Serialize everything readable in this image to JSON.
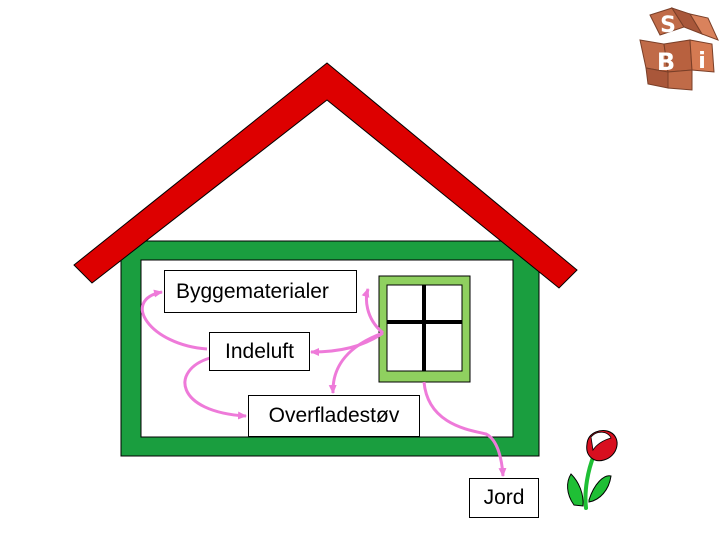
{
  "labels": {
    "building_materials": "Byggematerialer",
    "indoor_air": "Indeluft",
    "surface_dust": "Overfladestøv",
    "soil": "Jord"
  },
  "logo": {
    "letter_s": "S",
    "letter_b": "B",
    "letter_i": "i"
  },
  "colors": {
    "roof": "#dd0000",
    "wall": "#1a9e3f",
    "window_frame": "#8fd05f",
    "arrow": "#ee7ad9",
    "logo_block": "#c06b48",
    "flower_petal": "#d80f1f",
    "stem": "#1fbf35"
  }
}
